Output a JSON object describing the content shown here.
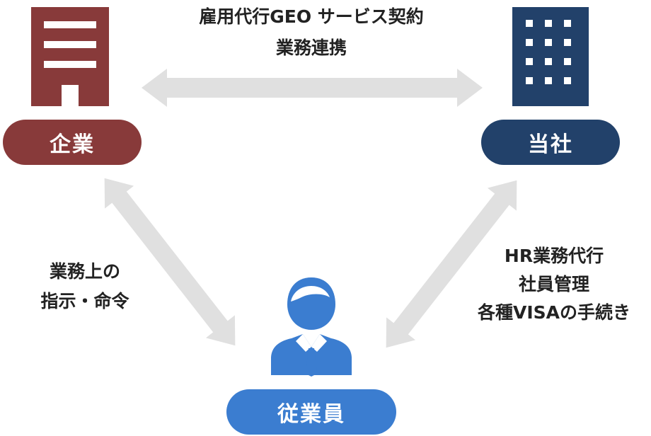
{
  "colors": {
    "company": "#883a3a",
    "us": "#22416a",
    "employee": "#3b7dd0",
    "arrow": "#e0e0e0",
    "text": "#222222"
  },
  "nodes": {
    "company": {
      "label": "企業",
      "icon": "office-building-icon"
    },
    "us": {
      "label": "当社",
      "icon": "tower-building-icon"
    },
    "employee": {
      "label": "従業員",
      "icon": "person-icon"
    }
  },
  "relations": {
    "company_us": [
      "雇用代行GEO サービス契約",
      "業務連携"
    ],
    "company_employee": [
      "業務上の",
      "指示・命令"
    ],
    "us_employee": [
      "HR業務代行",
      "社員管理",
      "各種VISAの手続き"
    ]
  }
}
